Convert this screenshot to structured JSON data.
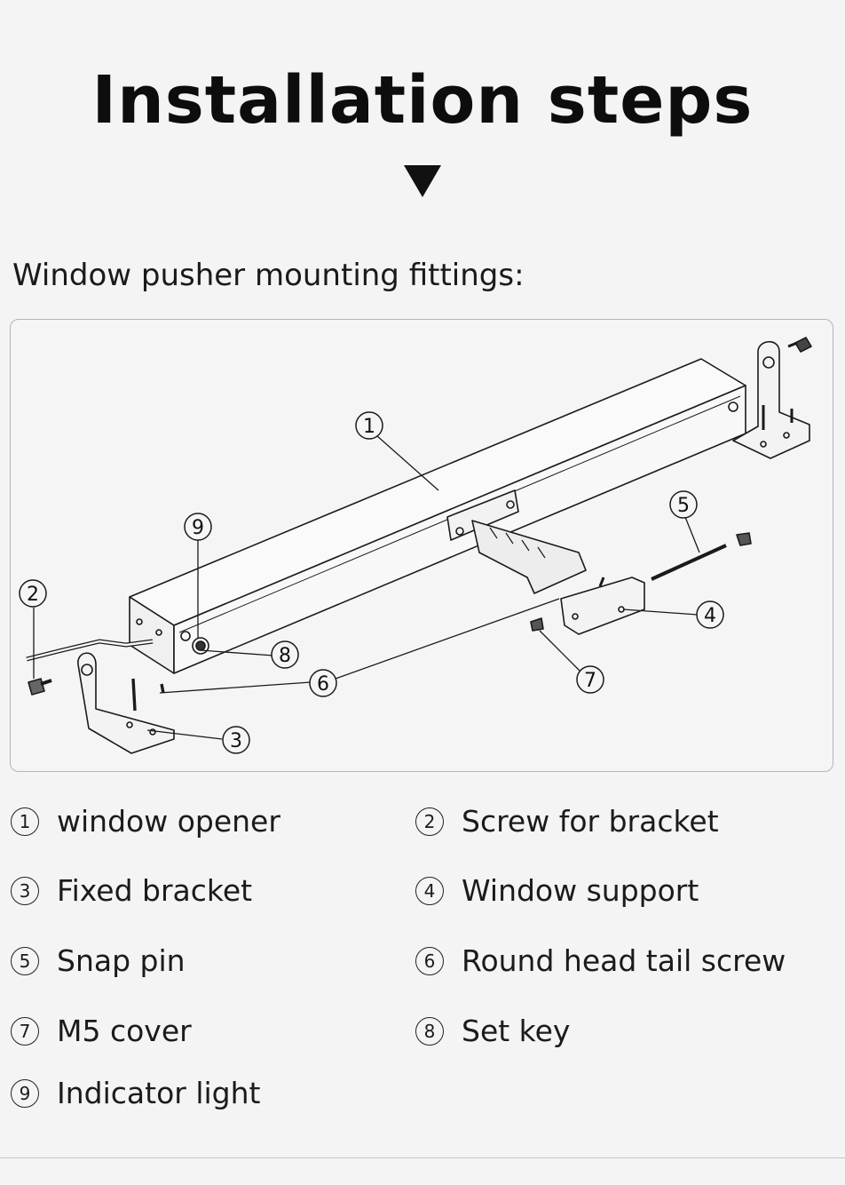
{
  "title": "Installation steps",
  "subtitle": "Window pusher mounting fittings:",
  "callouts": [
    "1",
    "2",
    "3",
    "4",
    "5",
    "6",
    "7",
    "8",
    "9"
  ],
  "legend": [
    {
      "num": "1",
      "label": "window opener"
    },
    {
      "num": "2",
      "label": "Screw for bracket"
    },
    {
      "num": "3",
      "label": "Fixed bracket"
    },
    {
      "num": "4",
      "label": "Window support"
    },
    {
      "num": "5",
      "label": "Snap pin"
    },
    {
      "num": "6",
      "label": "Round head tail screw"
    },
    {
      "num": "7",
      "label": "M5 cover"
    },
    {
      "num": "8",
      "label": "Set key"
    },
    {
      "num": "9",
      "label": "Indicator light"
    }
  ]
}
